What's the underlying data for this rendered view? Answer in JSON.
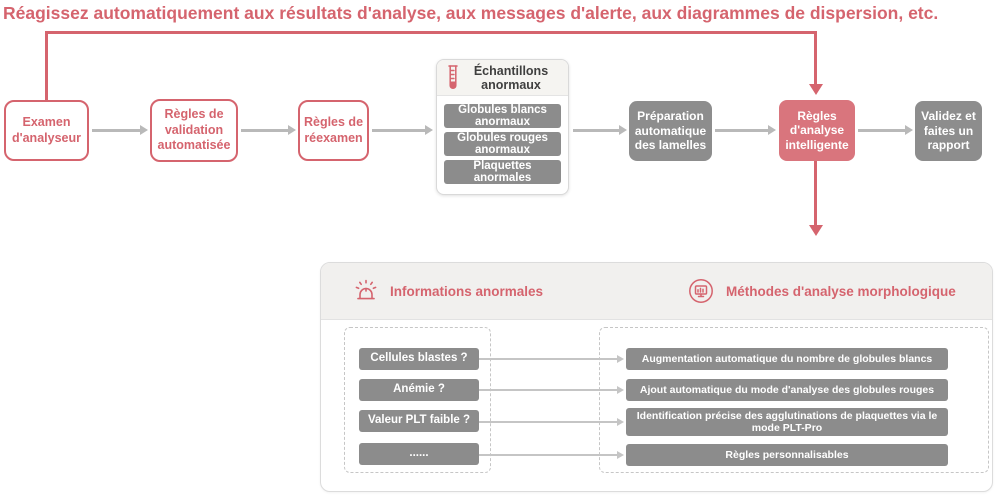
{
  "title": "Réagissez automatiquement aux résultats d'analyse, aux messages d'alerte, aux diagrammes de dispersion, etc.",
  "flow": {
    "steps": {
      "analyzer": "Examen d'analyseur",
      "validation": "Règles de validation automatisée",
      "recheck": "Règles de réexamen",
      "slide_prep": "Préparation automatique des lamelles",
      "smart_rules": "Règles d'analyse intelligente",
      "report": "Validez et faites un rapport"
    },
    "samples_panel": {
      "title": "Échantillons anormaux",
      "items": [
        {
          "label": "Globules blancs anormaux"
        },
        {
          "label": "Globules rouges anormaux"
        },
        {
          "label": "Plaquettes anormales"
        }
      ]
    }
  },
  "detail_panel": {
    "sections": [
      {
        "label": "Informations anormales",
        "icon": "alarm-icon"
      },
      {
        "label": "Méthodes d'analyse morphologique",
        "icon": "monitor-chart-icon"
      }
    ],
    "abnormal_items": [
      {
        "label": "Cellules blastes ?"
      },
      {
        "label": "Anémie ?"
      },
      {
        "label": "Valeur PLT faible ?"
      },
      {
        "label": "......"
      }
    ],
    "method_items": [
      {
        "label": "Augmentation automatique du nombre de globules blancs"
      },
      {
        "label": "Ajout automatique du mode d'analyse des globules rouges"
      },
      {
        "label": "Identification précise des agglutinations de plaquettes via le mode PLT-Pro"
      },
      {
        "label": "Règles personnalisables"
      }
    ]
  },
  "colors": {
    "accent": "#d5646e",
    "accent_fill": "#d9757d",
    "node_gray": "#8d8d8d",
    "item_gray": "#8c8c8c",
    "arrow_gray": "#b9b9b9"
  }
}
